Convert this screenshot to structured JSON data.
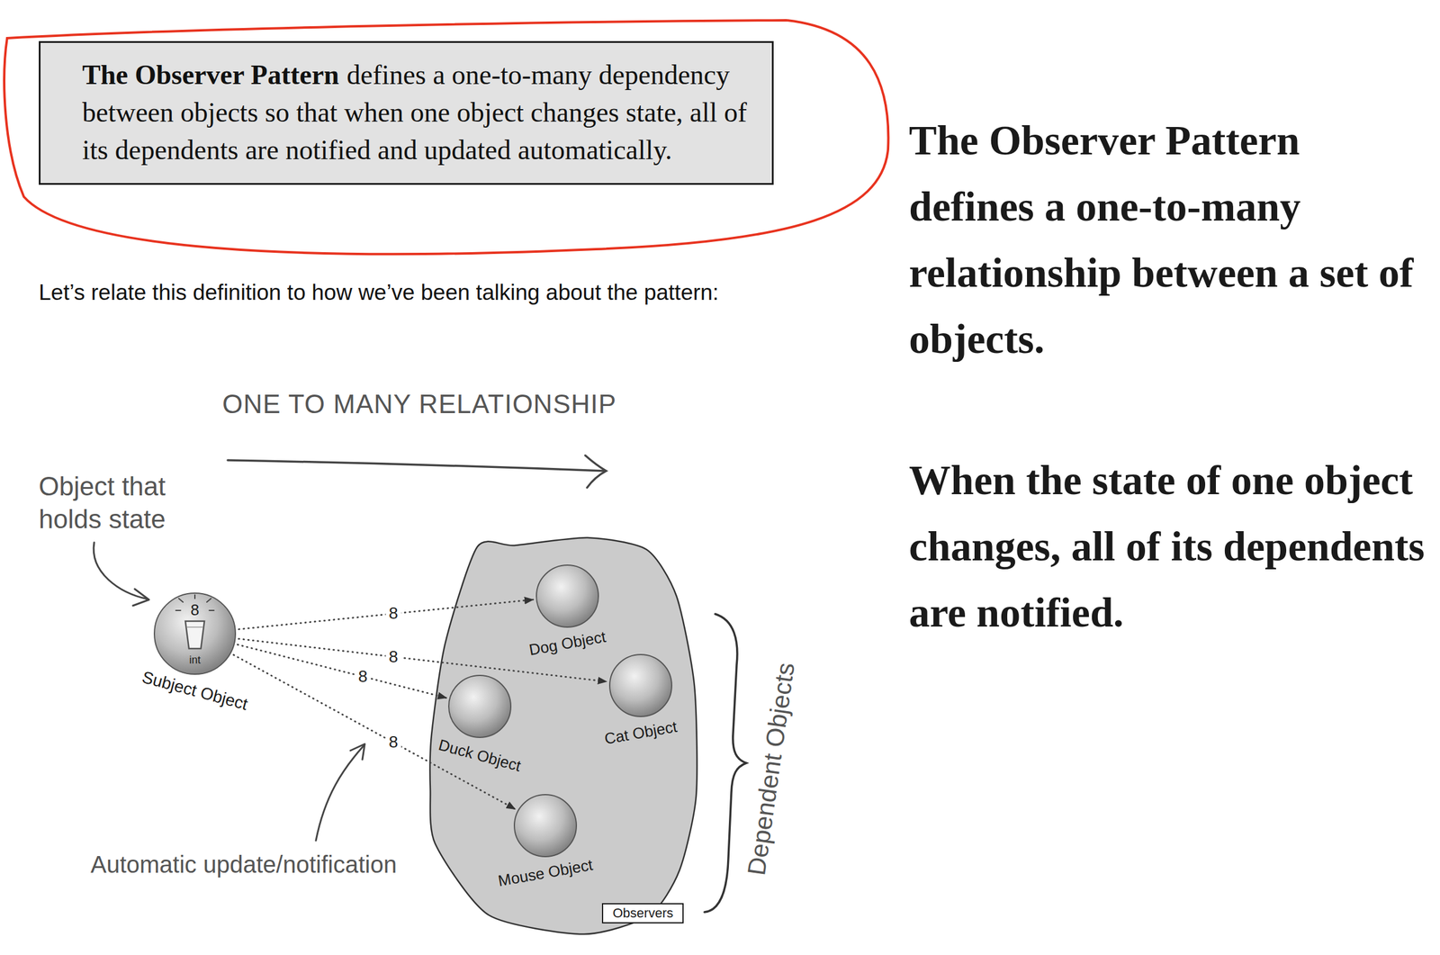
{
  "diagram": {
    "nodes": [
      {
        "text": [
          "The Observer Pattern",
          "defines a one-to-many dependency between objects so that when one object changes state, all of its dependents are notified and updated automatically."
        ]
      },
      {
        "text": [
          "8",
          "int",
          "Subject Object"
        ]
      },
      {
        "text": [
          "Observers"
        ]
      },
      {
        "text": [
          "Dog Object"
        ],
        "in": 2
      },
      {
        "text": [
          "Duck Object"
        ],
        "in": 2
      },
      {
        "text": [
          "Cat Object"
        ],
        "in": 2
      },
      {
        "text": [
          "Mouse Object"
        ],
        "in": 2
      }
    ],
    "edges": [
      {
        "from": 1,
        "to": 3,
        "label": "8",
        "arrow": "to"
      },
      {
        "from": 1,
        "to": 5,
        "label": "8",
        "arrow": "to"
      },
      {
        "from": 1,
        "to": 4,
        "label": "8",
        "arrow": "to"
      },
      {
        "from": 1,
        "to": 6,
        "label": "8",
        "arrow": "to"
      }
    ],
    "labels": [
      "Let’s relate this definition to how we’ve been talking about the pattern:",
      "ONE TO MANY RELATIONSHIP",
      "Object that holds state",
      "Automatic update/notification",
      "Dependent Objects",
      "The Observer Pattern defines a one-to-many relationship between a set of objects.",
      "When the state of one object changes, all of its dependents are notified."
    ]
  }
}
